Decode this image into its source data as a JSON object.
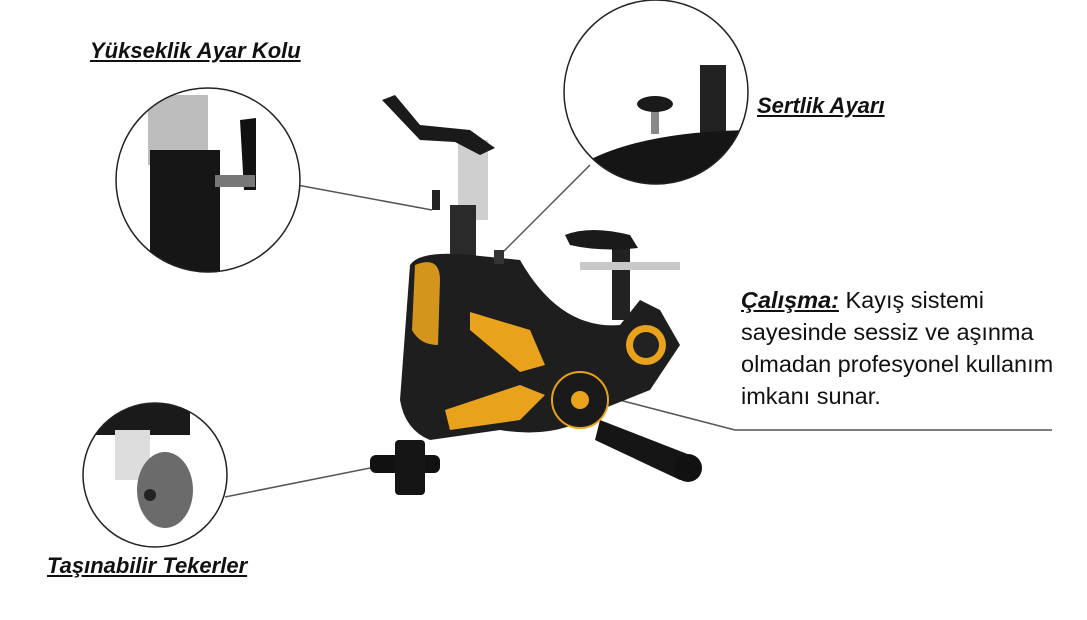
{
  "callouts": {
    "height_lever": "Yükseklik Ayar Kolu",
    "resistance": "Sertlik Ayarı",
    "wheels": "Taşınabilir Tekerler"
  },
  "description": {
    "lead": "Çalışma:",
    "body": " Kayış sistemi sayesinde sessiz ve aşınma olmadan profesyonel kullanım imkanı sunar."
  },
  "colors": {
    "accent": "#e8a21c",
    "frame": "#1c1c1c",
    "line": "#555555"
  }
}
